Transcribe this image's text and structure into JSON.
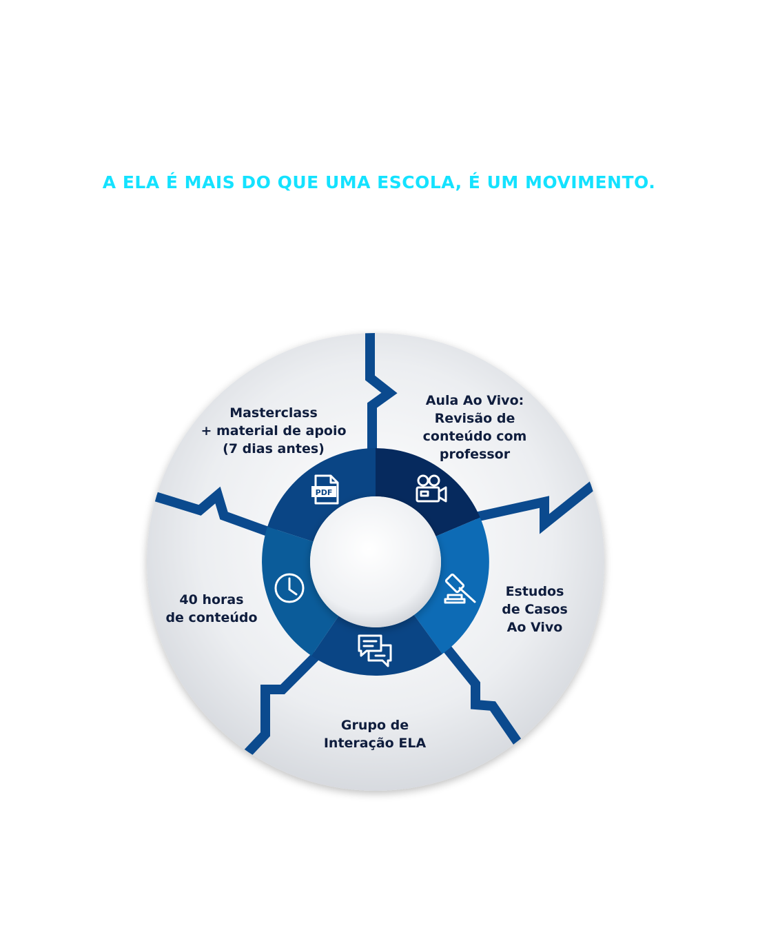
{
  "headline": "A ELA É MAIS DO QUE UMA ESCOLA, É UM MOVIMENTO.",
  "colors": {
    "headline": "#14e2ff",
    "divider": "#0b4a8e",
    "ring_dark": "#062a5e",
    "ring_mid": "#0a4585",
    "ring_light": "#0d6bb5",
    "ring_steel": "#0b5c9a",
    "outer_disc": "#eef0f3",
    "label_text": "#0f1d3d"
  },
  "segments": [
    {
      "id": "masterclass",
      "label": "Masterclass\n+ material de apoio\n(7 dias antes)",
      "icon": "pdf-file-icon",
      "icon_text": "PDF"
    },
    {
      "id": "aula-ao-vivo",
      "label": "Aula Ao Vivo:\nRevisão de\nconteúdo com\nprofessor",
      "icon": "video-camera-icon"
    },
    {
      "id": "estudos-de-casos",
      "label": "Estudos\nde Casos\nAo Vivo",
      "icon": "gavel-icon"
    },
    {
      "id": "grupo-de-interacao",
      "label": "Grupo de\nInteração ELA",
      "icon": "chat-bubbles-icon"
    },
    {
      "id": "quarenta-horas",
      "label": "40 horas\nde conteúdo",
      "icon": "clock-icon"
    }
  ]
}
